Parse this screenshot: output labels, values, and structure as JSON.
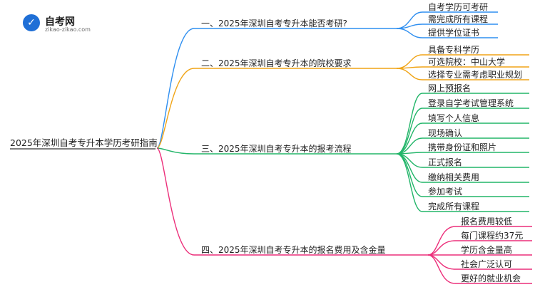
{
  "logo": {
    "name": "自考网",
    "url": "zikao-zikao.com",
    "icon": "graduation-cap-icon"
  },
  "root": "2025年深圳自考专升本学历考研指南",
  "branches": [
    {
      "label": "一、2025年深圳自考专升本能否考研?",
      "color": "#2f8ff0",
      "children": [
        "自考学历可考研",
        "需完成所有课程",
        "提供学位证书"
      ]
    },
    {
      "label": "二、2025年深圳自考专升本的院校要求",
      "color": "#f0a416",
      "children": [
        "具备专科学历",
        "可选院校：中山大学",
        "选择专业需考虑职业规划"
      ]
    },
    {
      "label": "三、2025年深圳自考专升本的报考流程",
      "color": "#22b569",
      "children": [
        "网上预报名",
        "登录自学考试管理系统",
        "填写个人信息",
        "现场确认",
        "携带身份证和照片",
        "正式报名",
        "缴纳相关费用",
        "参加考试",
        "完成所有课程"
      ]
    },
    {
      "label": "四、2025年深圳自考专升本的报名费用及含金量",
      "color": "#ec2f7a",
      "children": [
        "报名费用较低",
        "每门课程约37元",
        "学历含金量高",
        "社会广泛认可",
        "更好的就业机会"
      ]
    }
  ]
}
